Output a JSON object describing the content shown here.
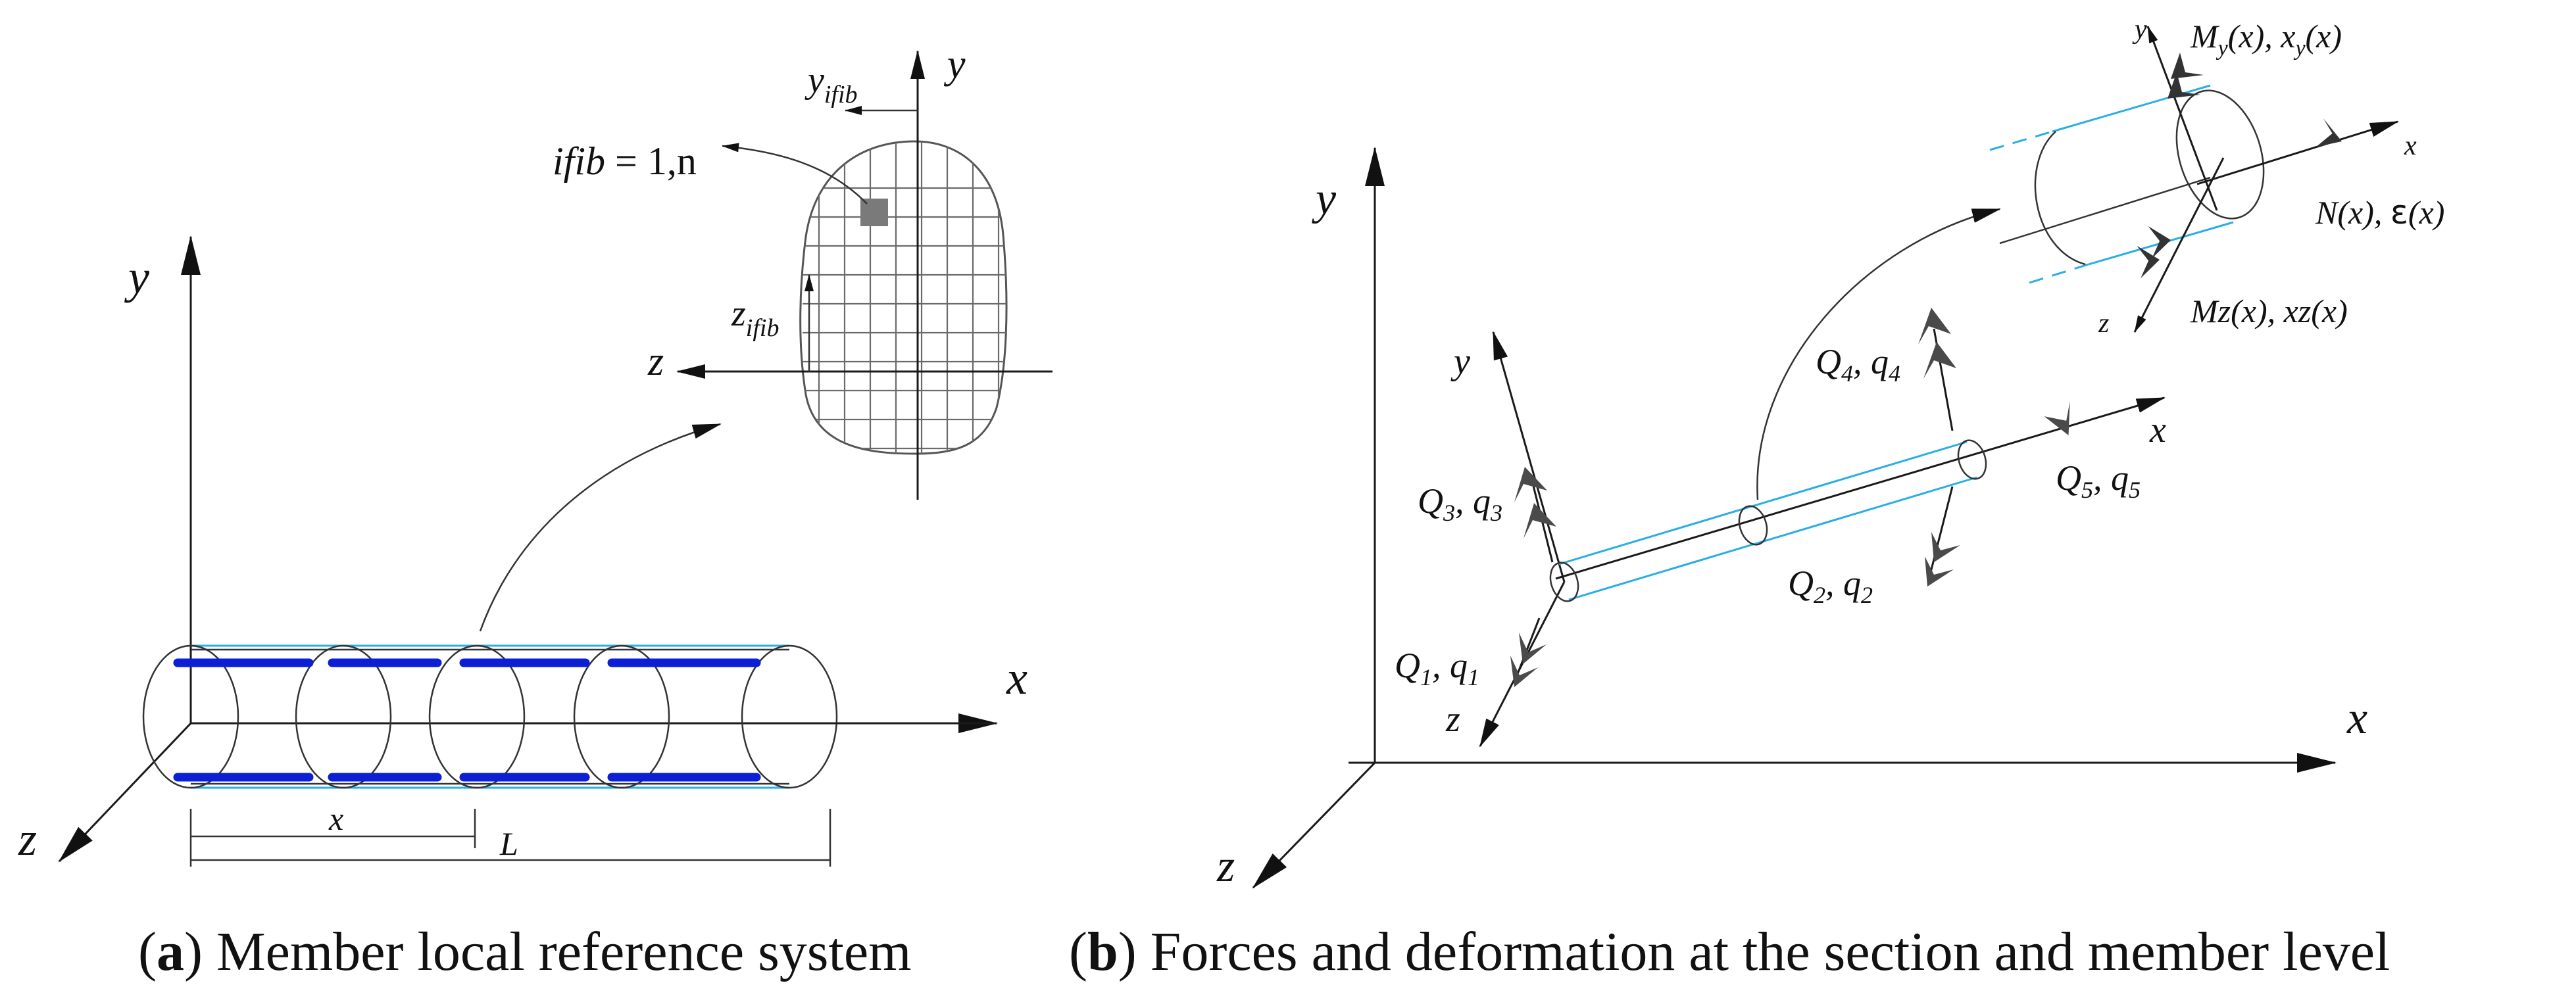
{
  "panel_a": {
    "axis_x": "x",
    "axis_y": "y",
    "axis_z": "z",
    "dim_x": "x",
    "dim_L": "L",
    "section": {
      "axis_y": "y",
      "axis_z": "z",
      "y_ifib_main": "y",
      "y_ifib_sub": "ifib",
      "z_ifib_main": "z",
      "z_ifib_sub": "ifib",
      "ifib_label_it": "ifib",
      "ifib_label_rest": " = 1,n"
    },
    "caption": {
      "open": "(",
      "letter": "a",
      "text": ") Member local reference system"
    }
  },
  "panel_b": {
    "global_x": "x",
    "global_y": "y",
    "global_z": "z",
    "member_x": "x",
    "member_y": "y",
    "member_z": "z",
    "forces": {
      "Q1": "Q",
      "Q1_sub": "1",
      "q1": "q",
      "q1_sub": "1",
      "Q2": "Q",
      "Q2_sub": "2",
      "q2": "q",
      "q2_sub": "2",
      "Q3": "Q",
      "Q3_sub": "3",
      "q3": "q",
      "q3_sub": "3",
      "Q4": "Q",
      "Q4_sub": "4",
      "q4": "q",
      "q4_sub": "4",
      "Q5": "Q",
      "Q5_sub": "5",
      "q5": "q",
      "q5_sub": "5",
      "sep": ", "
    },
    "section": {
      "axis_x": "x",
      "axis_y": "y",
      "axis_z": "z",
      "My_main": "M",
      "My_sub": "y",
      "My_rest": "(x), x",
      "My_sub2": "y",
      "My_end": "(x)",
      "N_label": "N(x), ",
      "eps": "ε",
      "eps_end": "(x)",
      "Mz_label": "Mz(x), xz(x)"
    },
    "caption": {
      "open": "(",
      "letter": "b",
      "text": ") Forces and deformation at the section and member level"
    }
  }
}
